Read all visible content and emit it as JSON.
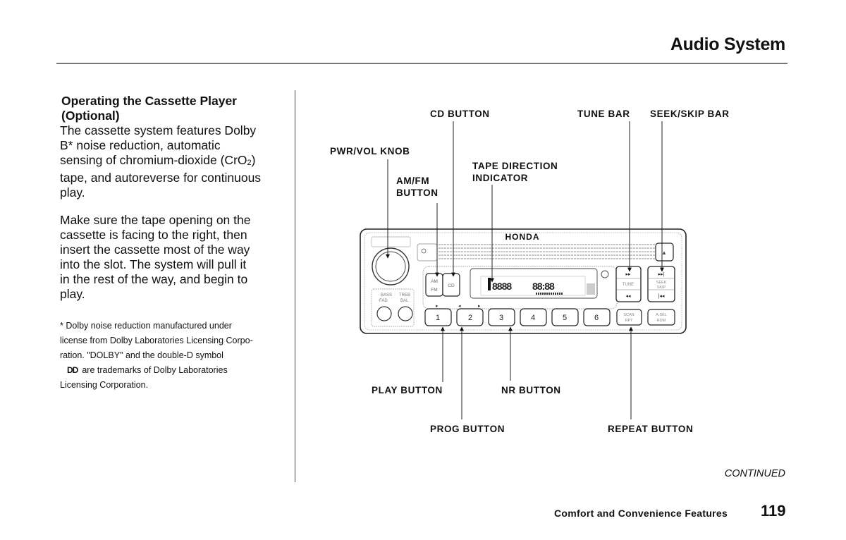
{
  "header": {
    "title": "Audio System"
  },
  "left_column": {
    "section_title_line1": "Operating the Cassette Player",
    "section_title_line2": "(Optional)",
    "para1": [
      "The cassette system features Dolby",
      "B* noise reduction, automatic",
      "sensing of chromium-dioxide (CrO",
      "2",
      ")",
      "tape, and autoreverse for continuous",
      "play."
    ],
    "para2": [
      "Make sure the tape opening on the",
      "cassette is facing to the right, then",
      "insert the cassette most of the way",
      "into the slot. The system will pull it",
      "in the rest of the way, and begin to",
      "play."
    ],
    "footnote": [
      "* Dolby noise reduction manufactured under",
      "license from Dolby Laboratories Licensing Corpo-",
      "ration. \"DOLBY\" and the double-D symbol",
      "are trademarks of Dolby Laboratories",
      "Licensing Corporation."
    ],
    "dolby_symbol": "DD"
  },
  "diagram": {
    "brand": "HONDA",
    "callouts": {
      "cd_button": "CD  BUTTON",
      "tune_bar": "TUNE BAR",
      "seek_skip_bar": "SEEK/SKIP  BAR",
      "pwr_vol_knob": "PWR/VOL KNOB",
      "tape_direction_line1": "TAPE  DIRECTION",
      "tape_direction_line2": "INDICATOR",
      "am_fm_line1": "AM/FM",
      "am_fm_line2": "BUTTON",
      "play_button": "PLAY  BUTTON",
      "nr_button": "NR BUTTON",
      "prog_button": "PROG  BUTTON",
      "repeat_button": "REPEAT  BUTTON"
    },
    "preset_buttons": [
      "1",
      "2",
      "3",
      "4",
      "5",
      "6"
    ],
    "display_digits": "8888",
    "display_clock": "88:88",
    "am_fm_labels": [
      "AM",
      "FM"
    ],
    "cd_label": "CD",
    "tune_label": "TUNE",
    "seek_label_lines": [
      "SEEK",
      "SKIP"
    ],
    "scan_label_lines": [
      "SCAN",
      "RPT"
    ],
    "ast_label_lines": [
      "A.SEL",
      "RDM"
    ],
    "bass_treb_labels": [
      "BASS",
      "TREB"
    ],
    "bal_fad_labels": [
      "FAD",
      "BAL"
    ],
    "ff_glyph": "▸▸",
    "rew_glyph": "◂◂",
    "skip_fwd_glyph": "▸▸|",
    "skip_back_glyph": "|◂◂",
    "eject_glyph": "▴"
  },
  "footer": {
    "continued": "CONTINUED",
    "section": "Comfort and Convenience Features",
    "page_number": "119"
  }
}
